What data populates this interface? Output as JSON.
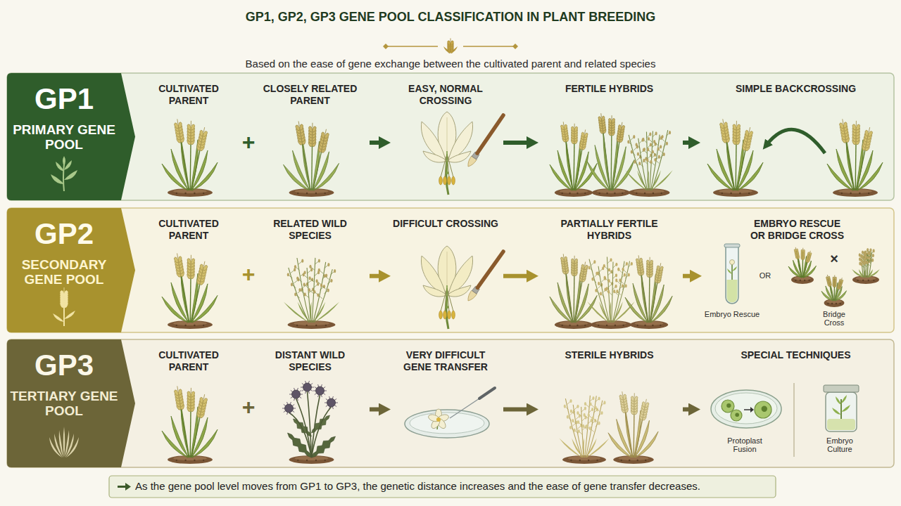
{
  "diagram": {
    "title": "GP1, GP2, GP3 GENE POOL CLASSIFICATION IN PLANT BREEDING",
    "caption": "As the gene pool level moves from GP1 to GP3, the genetic distance increases and the ease of gene transfer decreases.",
    "nodes": [
      {
        "text": [
          "GP1",
          "PRIMARY GENE POOL"
        ]
      },
      {
        "text": [
          "CULTIVATED PARENT"
        ],
        "in": 0
      },
      {
        "text": [
          "CLOSELY RELATED PARENT"
        ],
        "in": 0
      },
      {
        "text": [
          "EASY, NORMAL CROSSING"
        ],
        "in": 0
      },
      {
        "text": [
          "FERTILE HYBRIDS"
        ],
        "in": 0
      },
      {
        "text": [
          "SIMPLE BACKCROSSING"
        ],
        "in": 0
      },
      {
        "text": [
          "GP2",
          "SECONDARY GENE POOL"
        ]
      },
      {
        "text": [
          "CULTIVATED PARENT"
        ],
        "in": 6
      },
      {
        "text": [
          "RELATED WILD SPECIES"
        ],
        "in": 6
      },
      {
        "text": [
          "DIFFICULT CROSSING"
        ],
        "in": 6
      },
      {
        "text": [
          "PARTIALLY FERTILE HYBRIDS"
        ],
        "in": 6
      },
      {
        "text": [
          "EMBRYO RESCUE OR BRIDGE CROSS",
          "Embryo Rescue",
          "OR",
          "Bridge Cross"
        ],
        "in": 6
      },
      {
        "text": [
          "GP3",
          "TERTIARY GENE POOL"
        ]
      },
      {
        "text": [
          "CULTIVATED PARENT"
        ],
        "in": 12
      },
      {
        "text": [
          "DISTANT WILD SPECIES"
        ],
        "in": 12
      },
      {
        "text": [
          "VERY DIFFICULT GENE TRANSFER"
        ],
        "in": 12
      },
      {
        "text": [
          "STERILE HYBRIDS"
        ],
        "in": 12
      },
      {
        "text": [
          "SPECIAL TECHNIQUES",
          "Protoplast Fusion",
          "Embryo Culture"
        ],
        "in": 12
      }
    ],
    "edges": [
      {
        "from": 2,
        "to": 3,
        "arrow": "to"
      },
      {
        "from": 3,
        "to": 4,
        "arrow": "to"
      },
      {
        "from": 4,
        "to": 5,
        "arrow": "to"
      },
      {
        "from": 8,
        "to": 9,
        "arrow": "to"
      },
      {
        "from": 9,
        "to": 10,
        "arrow": "to"
      },
      {
        "from": 10,
        "to": 11,
        "arrow": "to"
      },
      {
        "from": 14,
        "to": 15,
        "arrow": "to"
      },
      {
        "from": 15,
        "to": 16,
        "arrow": "to"
      },
      {
        "from": 16,
        "to": 17,
        "arrow": "to"
      }
    ],
    "labels": [
      "Based on the ease of gene exchange between the cultivated parent and related species",
      "+",
      "+",
      "×",
      "+"
    ]
  }
}
